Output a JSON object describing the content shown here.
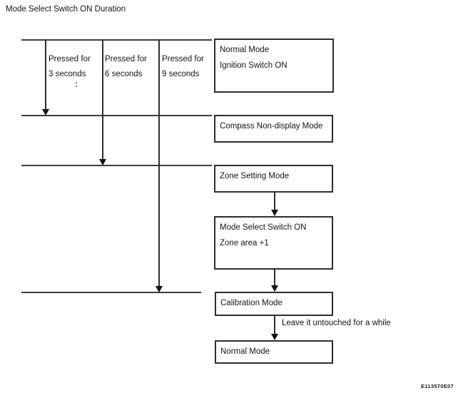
{
  "title": "Mode Select Switch ON Duration",
  "figure_code": "E113570E07",
  "timeline_labels": [
    {
      "line1": "Pressed for",
      "line2": "3 seconds"
    },
    {
      "line1": "Pressed for",
      "line2": "6 seconds"
    },
    {
      "line1": "Pressed for",
      "line2": "9 seconds"
    }
  ],
  "boxes": {
    "normal_mode_start": {
      "line1": "Normal Mode",
      "line2": "Ignition Switch ON"
    },
    "compass_non_display": {
      "line1": "Compass Non-display Mode"
    },
    "zone_setting": {
      "line1": "Zone Setting Mode"
    },
    "mode_select_switch": {
      "line1": "Mode Select Switch ON",
      "line2": "Zone area +1"
    },
    "calibration": {
      "line1": "Calibration Mode"
    },
    "normal_mode_end": {
      "line1": "Normal Mode"
    }
  },
  "annotations": {
    "leave_untouched": "Leave it untouched for a while"
  },
  "colors": {
    "line": "#333333",
    "text": "#111111",
    "background": "#ffffff"
  }
}
